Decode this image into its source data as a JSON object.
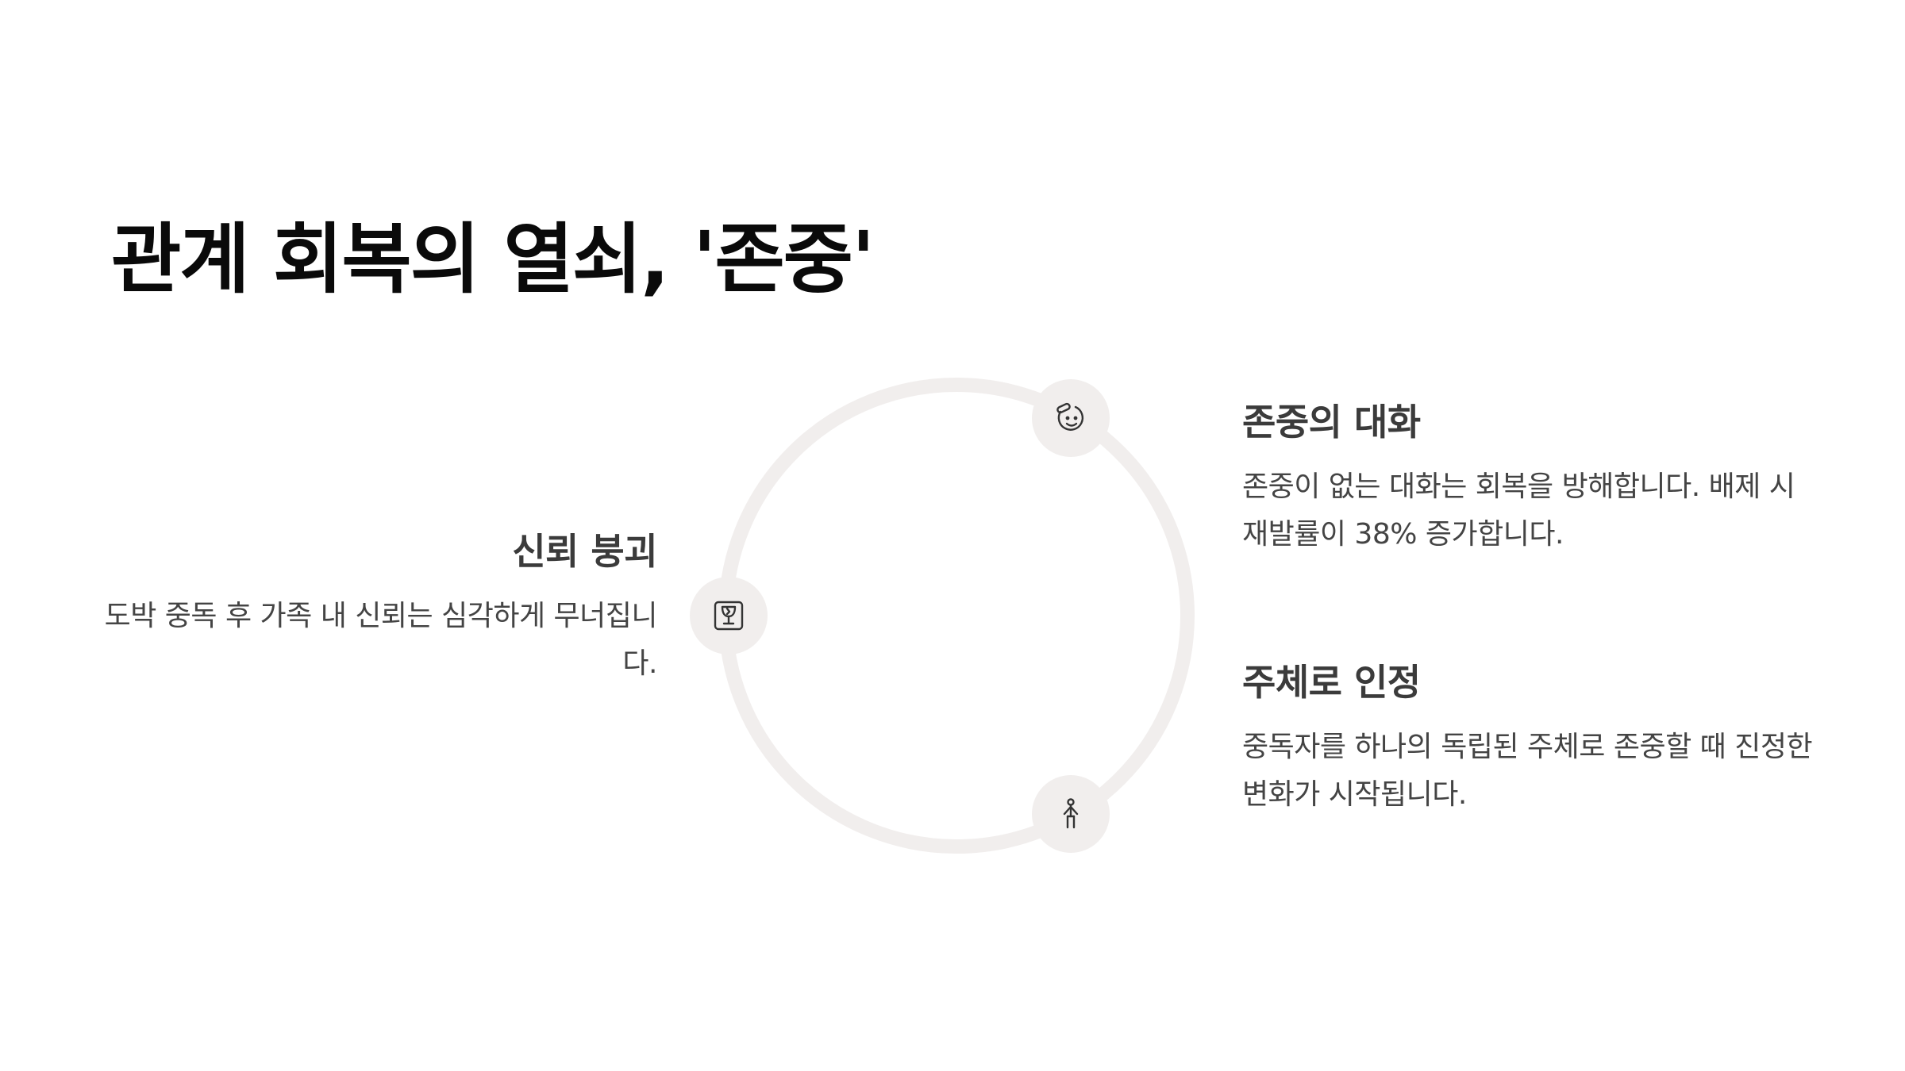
{
  "title": "관계 회복의 열쇠, '존중'",
  "items": [
    {
      "heading": "신뢰 붕괴",
      "text": "도박 중독 후 가족 내 신뢰는 심각하게 무너집니다.",
      "icon": "broken-glass-icon"
    },
    {
      "heading": "존중의 대화",
      "text": "존중이 없는 대화는 회복을 방해합니다. 배제 시 재발률이 38% 증가합니다.",
      "icon": "face-bandage-icon"
    },
    {
      "heading": "주체로 인정",
      "text": "중독자를 하나의 독립된 주체로 존중할 때 진정한 변화가 시작됩니다.",
      "icon": "person-icon"
    }
  ],
  "colors": {
    "ring": "#f1eeed",
    "title": "#0a0a0a",
    "heading": "#3b3b3b",
    "body": "#444444"
  }
}
